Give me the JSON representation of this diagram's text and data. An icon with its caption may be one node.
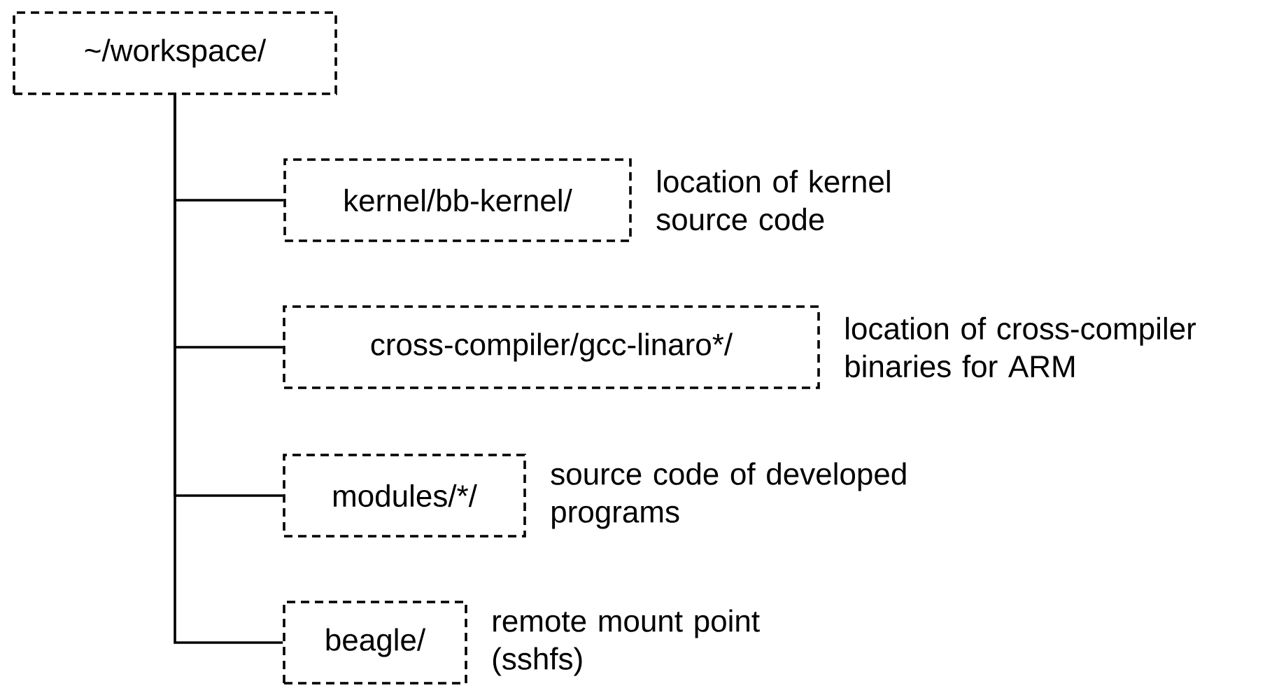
{
  "diagram": {
    "nodes": [
      {
        "text": [
          "~/workspace/"
        ]
      },
      {
        "text": [
          "kernel/bb-kernel/"
        ],
        "beside": [
          "location of kernel source code"
        ]
      },
      {
        "text": [
          "cross-compiler/gcc-linaro*/"
        ],
        "beside": [
          "location of cross-compiler binaries for ARM"
        ]
      },
      {
        "text": [
          "modules/*/"
        ],
        "beside": [
          "source code of developed programs"
        ]
      },
      {
        "text": [
          "beagle/"
        ],
        "beside": [
          "remote mount point (sshfs)"
        ]
      }
    ],
    "edges": [
      {
        "from": 0,
        "to": 1,
        "arrow": "none"
      },
      {
        "from": 0,
        "to": 2,
        "arrow": "none"
      },
      {
        "from": 0,
        "to": 3,
        "arrow": "none"
      },
      {
        "from": 0,
        "to": 4,
        "arrow": "none"
      }
    ]
  }
}
